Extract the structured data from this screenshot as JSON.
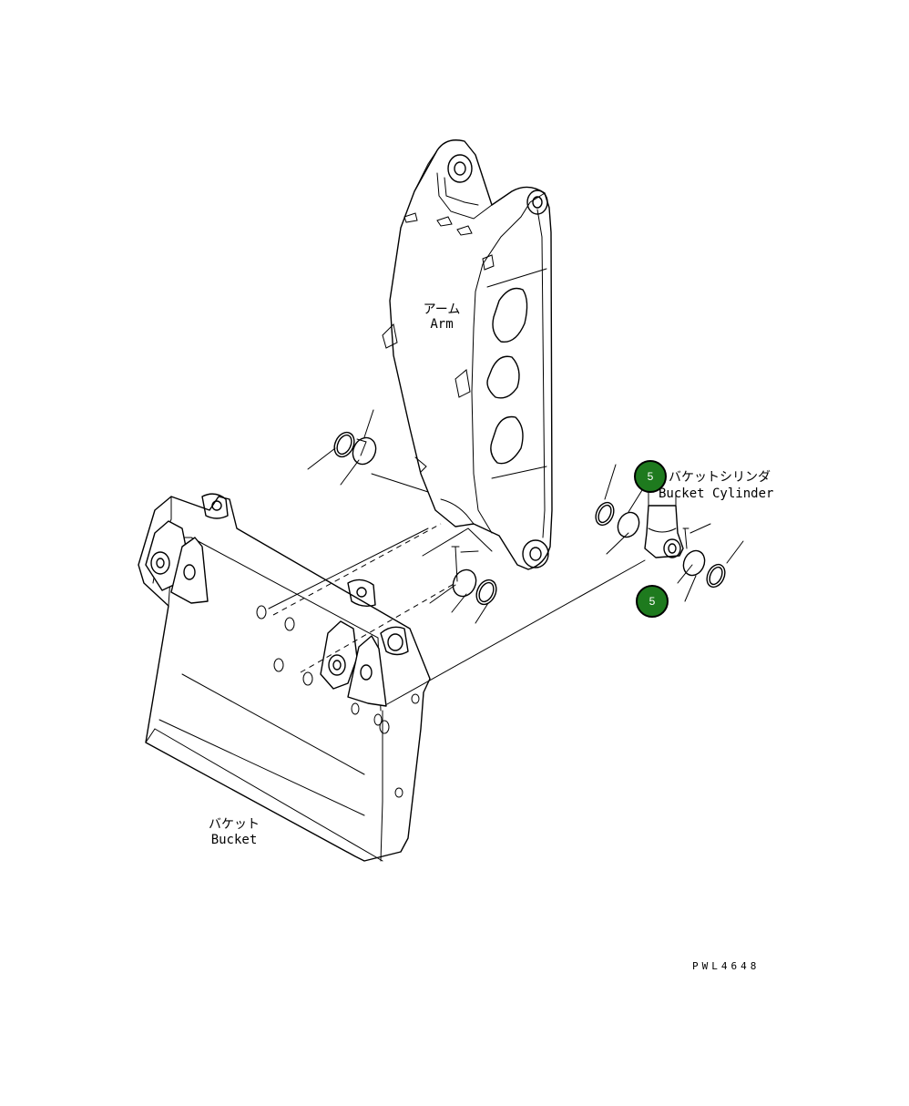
{
  "labels": {
    "arm_jp": "アーム",
    "arm_en": "Arm",
    "cylinder_jp": "バケットシリンダ",
    "cylinder_en": "Bucket Cylinder",
    "bucket_jp": "バケット",
    "bucket_en": "Bucket"
  },
  "callouts": [
    {
      "number": "5",
      "color": "#1e7a1e"
    },
    {
      "number": "5",
      "color": "#1e7a1e"
    }
  ],
  "drawing_code": "PWL4648"
}
